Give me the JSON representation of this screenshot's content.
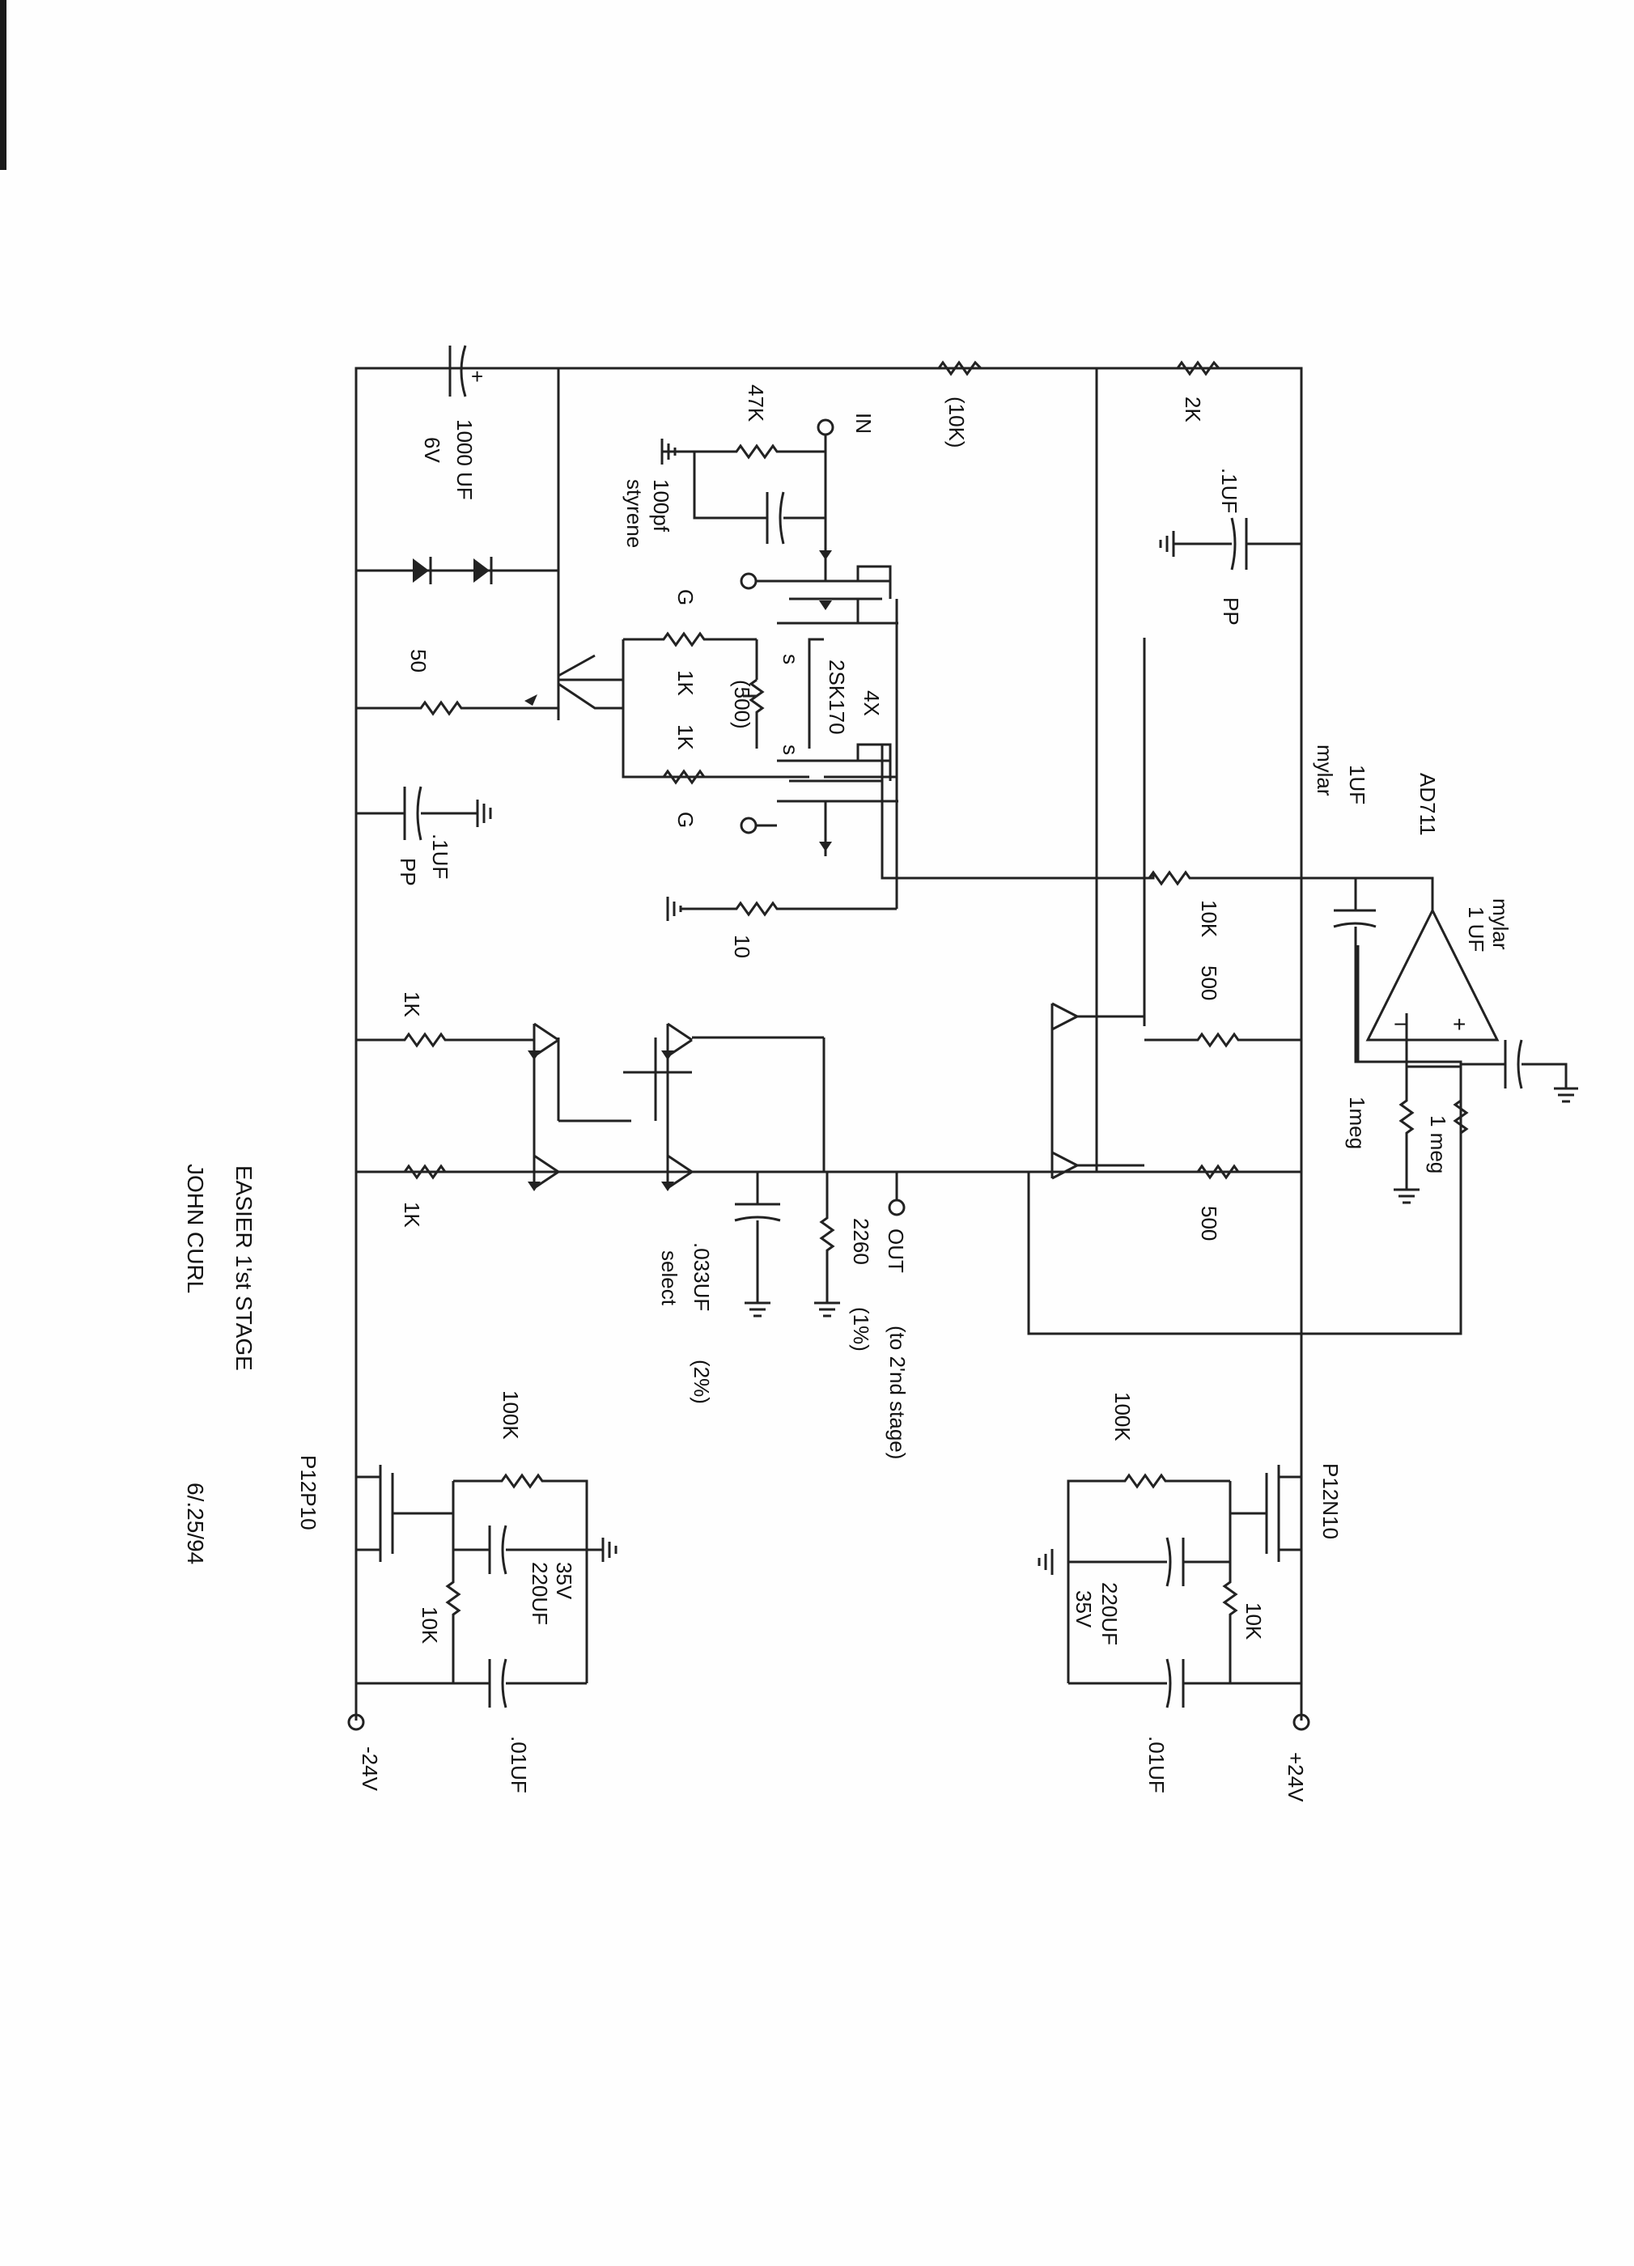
{
  "title_block": {
    "title": "EASIER 1'st STAGE",
    "author": "JOHN CURL",
    "date": "6/.25/94"
  },
  "labels": {
    "cap_1000uf": "1000 UF",
    "cap_1000uf_v": "6V",
    "res_10k_top": "(10K)",
    "res_2k": "2K",
    "cap_01uf_pp_top": ".1UF",
    "pp_top": "PP",
    "in": "IN",
    "res_47k": "47K",
    "cap_100pf": "100pf",
    "cap_100pf_type": "styrene",
    "g_top": "G",
    "g_bottom": "G",
    "res_1k_a": "1K",
    "res_1k_b": "1K",
    "s_a": "s",
    "s_b": "s",
    "pot_500": "(500)",
    "jfet_qty": "4X",
    "jfet_part": "2SK170",
    "res_50": "50",
    "cap_01uf_pp_bottom": ".1UF",
    "pp_bottom": "PP",
    "res_10": "10",
    "opamp": "AD711",
    "cap_1uf_mylar_a": "1UF",
    "mylar_a": "mylar",
    "cap_1uf_mylar_b": "1 UF",
    "mylar_b": "mylar",
    "opamp_plus": "+",
    "opamp_minus": "−",
    "res_10k_mid": "10K",
    "res_500_a": "500",
    "res_500_b": "500",
    "res_1meg_a": "1meg",
    "res_1meg_b": "1 meg",
    "res_1k_left_a": "1K",
    "res_1k_left_b": "1K",
    "out": "OUT",
    "out_note": "(to 2'nd stage)",
    "res_2260": "2260",
    "res_2260_tol": "(1%)",
    "cap_033uf": ".033UF",
    "cap_033uf_tol": "(2%)",
    "cap_033uf_note": "select",
    "res_100k_right": "100K",
    "mosfet_n": "P12N10",
    "res_10k_right": "10K",
    "cap_220uf_right": "220UF",
    "cap_220uf_right_v": "35V",
    "cap_01uf_right": ".01UF",
    "rail_pos": "+24V",
    "res_100k_left": "100K",
    "mosfet_p": "P12P10",
    "cap_220uf_left_v": "35V",
    "cap_220uf_left": "220UF",
    "res_10k_left": "10K",
    "cap_01uf_left": ".01UF",
    "rail_neg": "-24V",
    "polarity_plus": "+"
  }
}
